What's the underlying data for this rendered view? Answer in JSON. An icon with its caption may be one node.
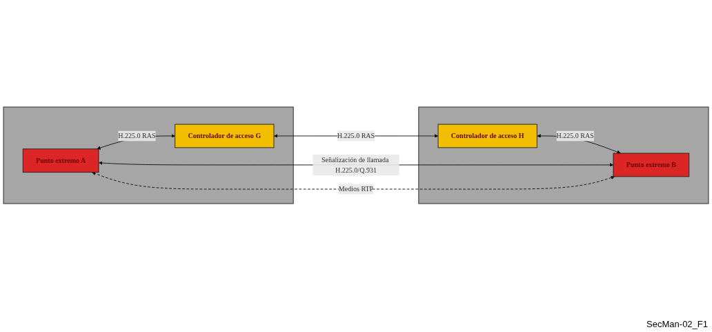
{
  "diagram": {
    "nodes": [
      {
        "text": [],
        "shape": "box"
      },
      {
        "text": [
          "Controlador de acceso G"
        ],
        "in": 0
      },
      {
        "text": [
          "Punto extremo A"
        ],
        "in": 0
      },
      {
        "text": [],
        "shape": "box"
      },
      {
        "text": [
          "Controlador de acceso H"
        ],
        "in": 3
      },
      {
        "text": [
          "Punto extremo B"
        ],
        "in": 3
      }
    ],
    "edges": [
      {
        "from": 1,
        "to": 4,
        "arrow": "both",
        "label": "H.225.0 RAS"
      },
      {
        "from": 2,
        "to": 1,
        "arrow": "both",
        "label": "H.225.0 RAS"
      },
      {
        "from": 4,
        "to": 5,
        "arrow": "both",
        "label": "H.225.0 RAS"
      },
      {
        "from": 2,
        "to": 5,
        "arrow": "both",
        "label": "Señalización de llamada H.225.0/Q.931"
      },
      {
        "from": 2,
        "to": 5,
        "arrow": "both",
        "label": "Medios RTP",
        "style": "dashed"
      }
    ],
    "labels": [
      "SecMan-02_F1"
    ]
  }
}
